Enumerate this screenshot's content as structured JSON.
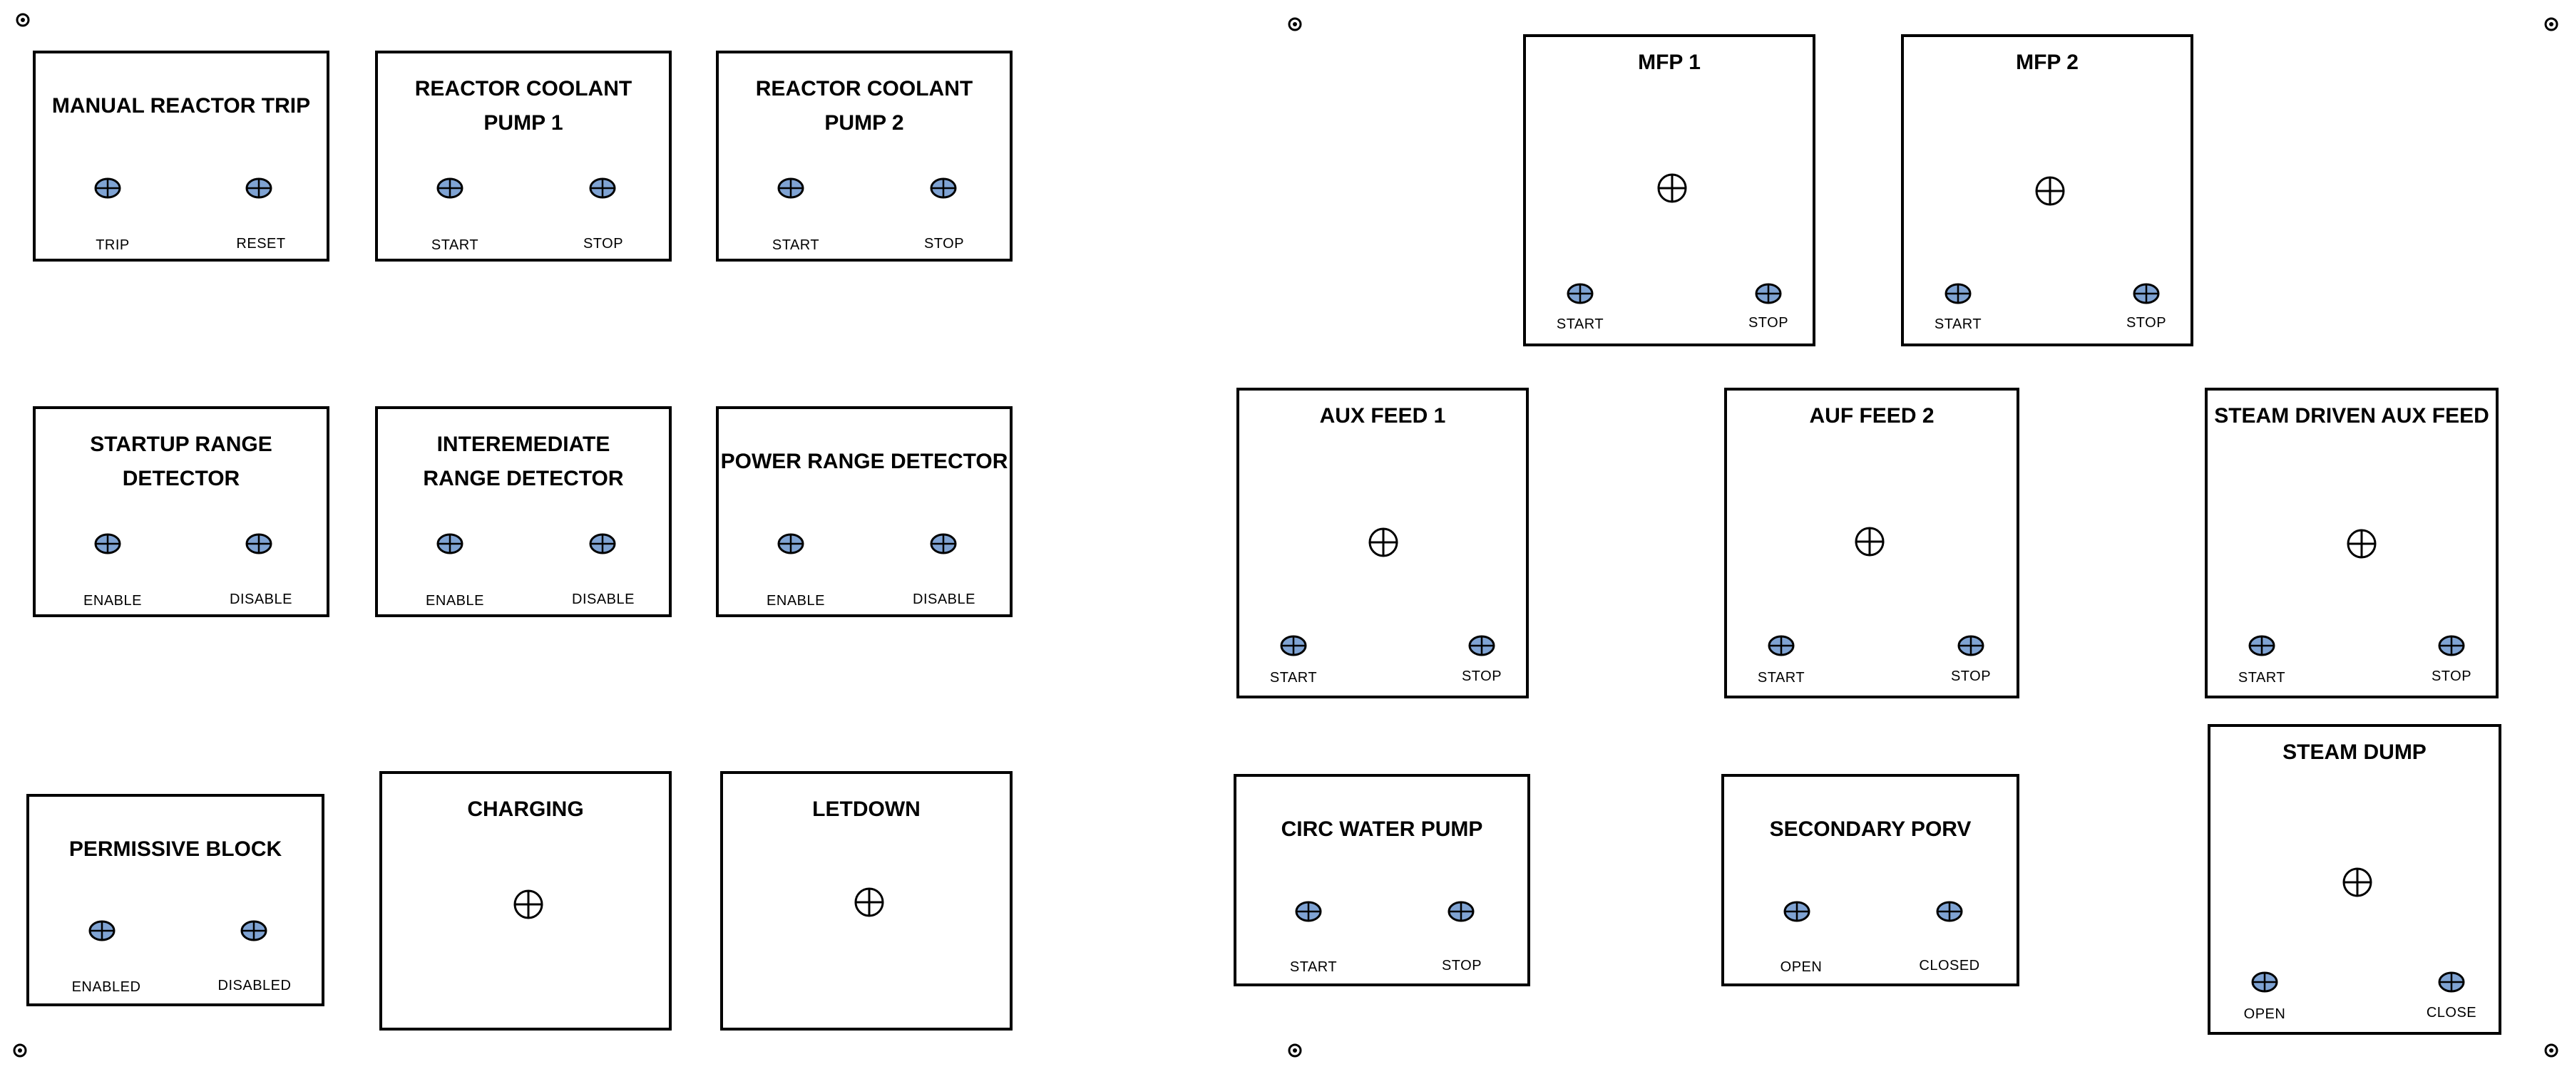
{
  "colors": {
    "button_fill": "#7fa3d3",
    "outline": "#000000",
    "background": "#ffffff"
  },
  "icons": {
    "button": "round-pushbutton-icon",
    "knob": "selector-knob-icon",
    "screw": "mounting-screw-icon"
  },
  "panels": {
    "manual_reactor_trip": {
      "title": "MANUAL REACTOR TRIP",
      "left_label": "TRIP",
      "right_label": "RESET"
    },
    "rcp1": {
      "title": "REACTOR COOLANT\nPUMP 1",
      "left_label": "START",
      "right_label": "STOP"
    },
    "rcp2": {
      "title": "REACTOR COOLANT\nPUMP 2",
      "left_label": "START",
      "right_label": "STOP"
    },
    "startup_range": {
      "title": "STARTUP RANGE\nDETECTOR",
      "left_label": "ENABLE",
      "right_label": "DISABLE"
    },
    "intermediate_range": {
      "title": "INTEREMEDIATE\nRANGE DETECTOR",
      "left_label": "ENABLE",
      "right_label": "DISABLE"
    },
    "power_range": {
      "title": "POWER RANGE DETECTOR",
      "left_label": "ENABLE",
      "right_label": "DISABLE"
    },
    "permissive_block": {
      "title": "PERMISSIVE BLOCK",
      "left_label": "ENABLED",
      "right_label": "DISABLED"
    },
    "charging": {
      "title": "CHARGING"
    },
    "letdown": {
      "title": "LETDOWN"
    },
    "mfp1": {
      "title": "MFP 1",
      "left_label": "START",
      "right_label": "STOP"
    },
    "mfp2": {
      "title": "MFP 2",
      "left_label": "START",
      "right_label": "STOP"
    },
    "aux_feed1": {
      "title": "AUX FEED 1",
      "left_label": "START",
      "right_label": "STOP"
    },
    "aux_feed2": {
      "title": "AUF FEED 2",
      "left_label": "START",
      "right_label": "STOP"
    },
    "steam_driven_aux": {
      "title": "STEAM DRIVEN AUX FEED",
      "left_label": "START",
      "right_label": "STOP"
    },
    "circ_water": {
      "title": "CIRC WATER PUMP",
      "left_label": "START",
      "right_label": "STOP"
    },
    "secondary_porv": {
      "title": "SECONDARY PORV",
      "left_label": "OPEN",
      "right_label": "CLOSED"
    },
    "steam_dump": {
      "title": "STEAM DUMP",
      "left_label": "OPEN",
      "right_label": "CLOSE"
    }
  }
}
